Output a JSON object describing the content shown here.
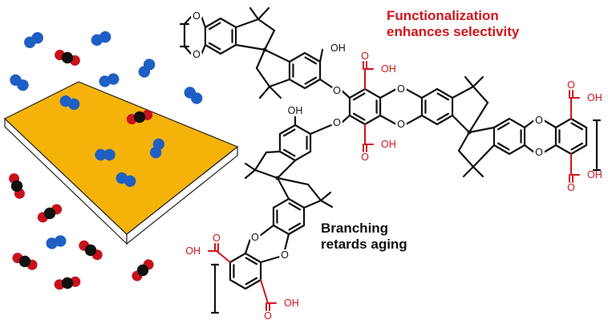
{
  "captions": {
    "functionalization": [
      "Functionalization",
      "enhances selectivity"
    ],
    "branching": [
      "Branching",
      "retards aging"
    ]
  },
  "atom_labels": {
    "oxygen": "O",
    "hydroxyl": "OH",
    "carboxyl_oh": "OH"
  },
  "colors": {
    "membrane_top": "#f5b30a",
    "membrane_edge": "#ffffff",
    "n2_molecule": "#1f5fc4",
    "co2_carbon": "#111111",
    "co2_oxygen": "#c8121b",
    "highlight_text": "#d0151b",
    "bond": "#111111"
  },
  "icons": {
    "gas_a": "n2-molecule-icon",
    "gas_b": "co2-molecule-icon"
  }
}
